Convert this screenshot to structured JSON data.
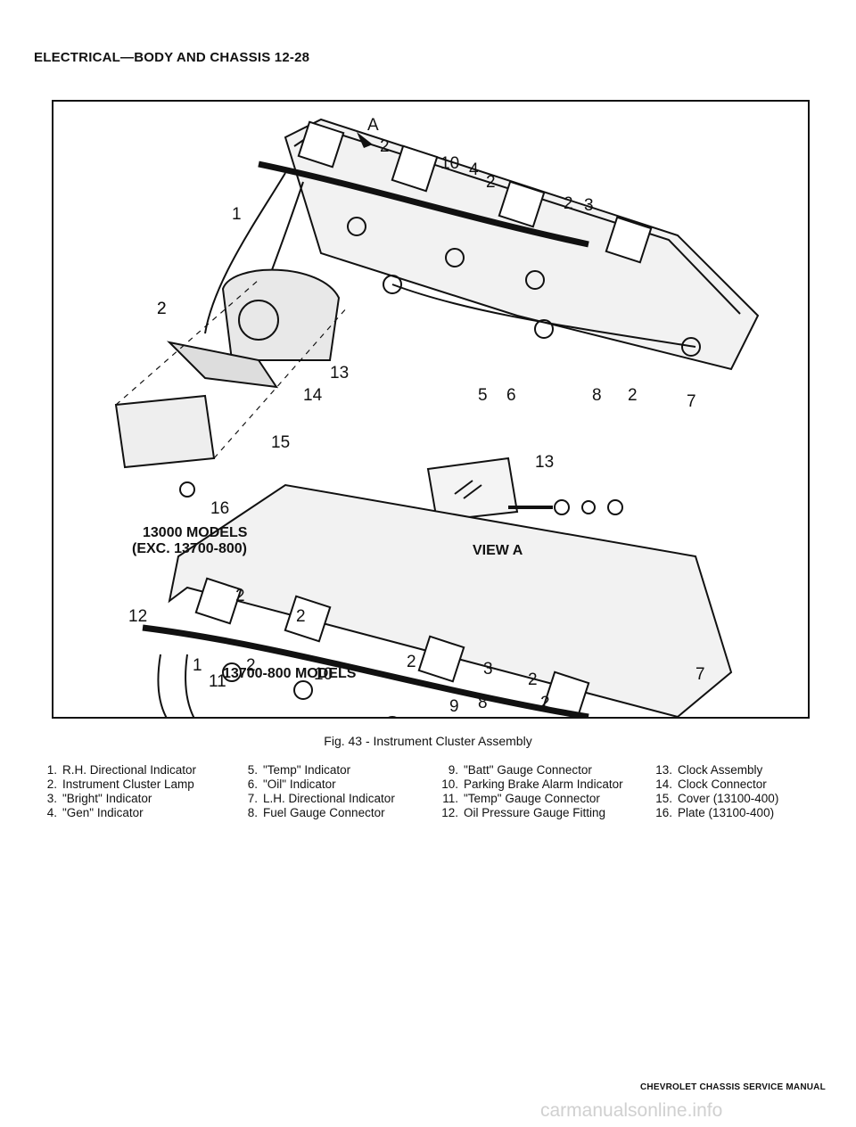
{
  "header": "ELECTRICAL—BODY AND CHASSIS 12-28",
  "figure": {
    "upper_label_line1": "13000 MODELS",
    "upper_label_line2": "(EXC. 13700-800)",
    "view_label": "VIEW A",
    "lower_label": "13700-800 MODELS",
    "view_marker": "A",
    "callouts_upper": [
      "1",
      "2",
      "2",
      "10",
      "4",
      "2",
      "2",
      "3",
      "2",
      "13",
      "14",
      "15",
      "16",
      "5",
      "6",
      "8",
      "2",
      "7"
    ],
    "callout_view": "13",
    "callouts_lower": [
      "12",
      "2",
      "2",
      "2",
      "3",
      "2",
      "1",
      "2",
      "11",
      "10",
      "7",
      "9",
      "8",
      "2"
    ]
  },
  "caption": "Fig. 43 - Instrument Cluster Assembly",
  "legend": [
    [
      {
        "num": "1.",
        "text": "R.H. Directional Indicator"
      },
      {
        "num": "2.",
        "text": "Instrument Cluster Lamp"
      },
      {
        "num": "3.",
        "text": "\"Bright\" Indicator"
      },
      {
        "num": "4.",
        "text": "\"Gen\" Indicator"
      }
    ],
    [
      {
        "num": "5.",
        "text": "\"Temp\" Indicator"
      },
      {
        "num": "6.",
        "text": "\"Oil\" Indicator"
      },
      {
        "num": "7.",
        "text": "L.H. Directional Indicator"
      },
      {
        "num": "8.",
        "text": "Fuel Gauge Connector"
      }
    ],
    [
      {
        "num": "9.",
        "text": "\"Batt\" Gauge Connector"
      },
      {
        "num": "10.",
        "text": "Parking Brake Alarm Indicator"
      },
      {
        "num": "11.",
        "text": "\"Temp\" Gauge Connector"
      },
      {
        "num": "12.",
        "text": "Oil Pressure Gauge Fitting"
      }
    ],
    [
      {
        "num": "13.",
        "text": "Clock Assembly"
      },
      {
        "num": "14.",
        "text": "Clock Connector"
      },
      {
        "num": "15.",
        "text": "Cover (13100-400)"
      },
      {
        "num": "16.",
        "text": "Plate (13100-400)"
      }
    ]
  ],
  "footer": "CHEVROLET CHASSIS SERVICE MANUAL",
  "watermark": "carmanualsonline.info"
}
